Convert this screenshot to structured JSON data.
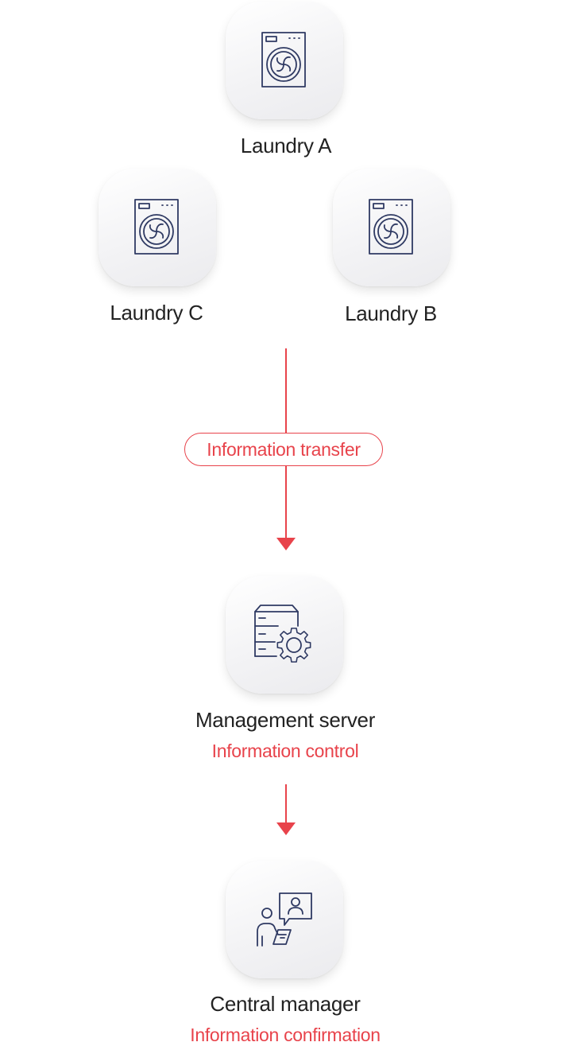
{
  "nodes": {
    "laundry_a": {
      "label": "Laundry A",
      "icon": "washing-machine-icon"
    },
    "laundry_c": {
      "label": "Laundry C",
      "icon": "washing-machine-icon"
    },
    "laundry_b": {
      "label": "Laundry B",
      "icon": "washing-machine-icon"
    },
    "management_server": {
      "label": "Management server",
      "sublabel": "Information control",
      "icon": "server-gear-icon"
    },
    "central_manager": {
      "label": "Central manager",
      "sublabel": "Information confirmation",
      "icon": "manager-chat-icon"
    }
  },
  "flow": {
    "transfer_label": "Information transfer"
  },
  "colors": {
    "accent": "#e8434b",
    "icon_stroke": "#2f3a63",
    "text": "#222222"
  }
}
